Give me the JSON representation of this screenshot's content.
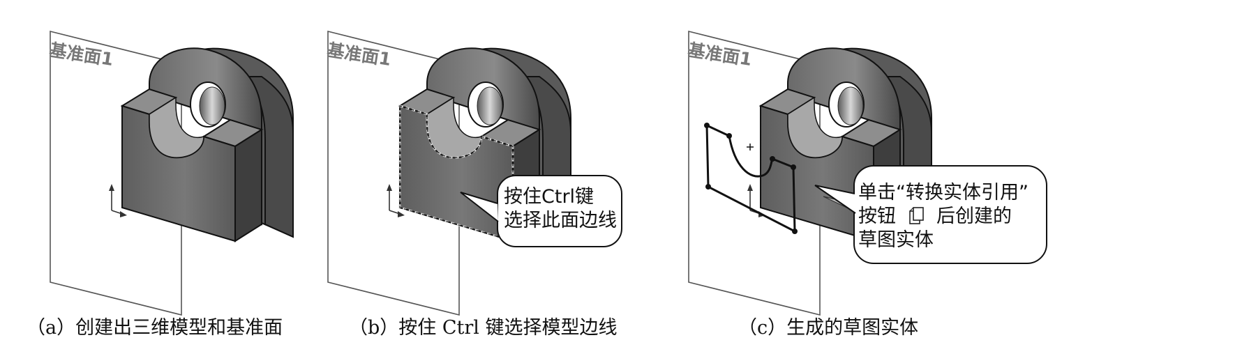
{
  "plane_label": "基准面1",
  "panels": [
    {
      "caption": "（a）创建出三维模型和基准面"
    },
    {
      "caption": "（b）按住 Ctrl 键选择模型边线",
      "callout": {
        "line1": "按住Ctrl键",
        "line2": "选择此面边线"
      }
    },
    {
      "caption": "（c）生成的草图实体",
      "callout": {
        "line1": "单击“转换实体引用”",
        "line2a": "按钮",
        "line2b": "后创建的",
        "line3": "草图实体"
      }
    }
  ],
  "icons": {
    "convert_entities": "convert-entities-icon"
  },
  "colors": {
    "body": "#6e6e6e",
    "body_dark": "#4e4e4e",
    "body_light": "#9a9a9a",
    "outline": "#111111",
    "plane": "#555555"
  }
}
